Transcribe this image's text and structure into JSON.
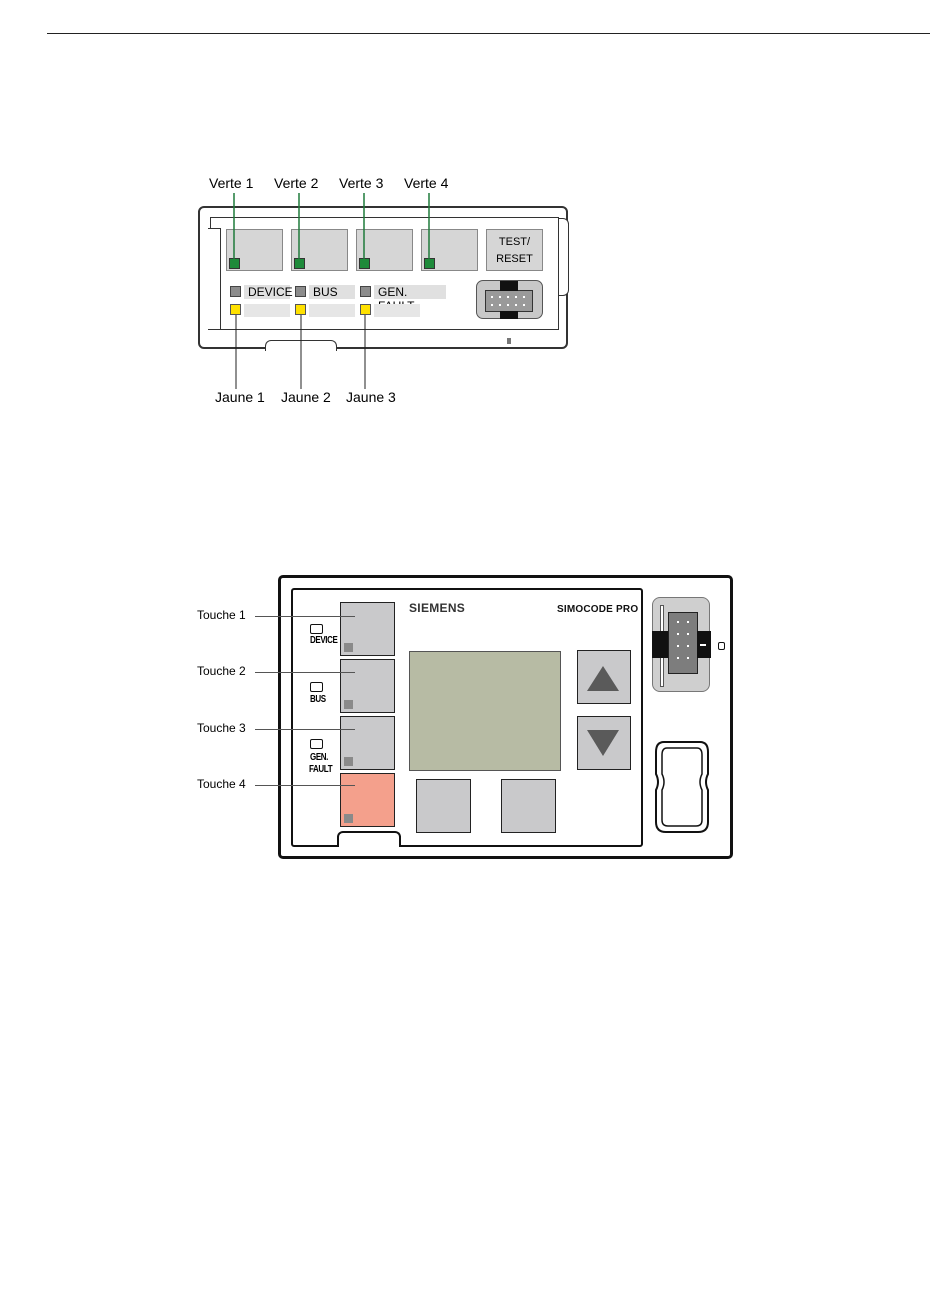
{
  "figure1": {
    "top_labels": [
      "Verte 1",
      "Verte 2",
      "Verte 3",
      "Verte 4"
    ],
    "bottom_labels": [
      "Jaune 1",
      "Jaune 2",
      "Jaune 3"
    ],
    "status_tags": [
      "DEVICE",
      "BUS",
      "GEN. FAULT"
    ],
    "test_button": [
      "TEST/",
      "RESET"
    ],
    "colors": {
      "green_led": "#1e8a3a",
      "yellow_led": "#ffe100",
      "grey_led": "#8c8c8c"
    }
  },
  "figure2": {
    "brand": "SIEMENS",
    "model": "SIMOCODE  PRO",
    "key_labels": [
      "Touche 1",
      "Touche 2",
      "Touche 3",
      "Touche 4"
    ],
    "led_labels": {
      "device": "DEVICE",
      "bus": "BUS",
      "gen": "GEN.",
      "fault": "FAULT"
    },
    "colors": {
      "touche4": "#f4a08c",
      "display": "#b7bba4"
    }
  }
}
